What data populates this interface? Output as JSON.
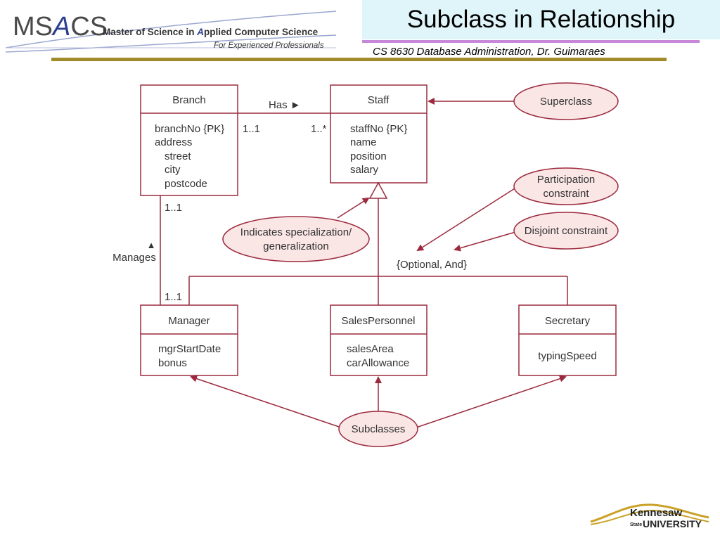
{
  "header": {
    "logo": {
      "abbrev_ms": "MS",
      "abbrev_a": "A",
      "abbrev_cs": "CS",
      "program_prefix": "Master of Science in ",
      "program_a": "A",
      "program_rest": "pplied Computer Science",
      "tagline": "For Experienced Professionals"
    },
    "title": "Subclass in Relationship",
    "course": "CS 8630 Database Administration, Dr. Guimaraes"
  },
  "diagram": {
    "classes": {
      "branch": {
        "name": "Branch",
        "attributes": [
          "branchNo {PK}",
          "address",
          "street",
          "city",
          "postcode"
        ]
      },
      "staff": {
        "name": "Staff",
        "attributes": [
          "staffNo {PK}",
          "name",
          "position",
          "salary"
        ]
      },
      "manager": {
        "name": "Manager",
        "attributes": [
          "mgrStartDate",
          "bonus"
        ]
      },
      "salespersonnel": {
        "name": "SalesPersonnel",
        "attributes": [
          "salesArea",
          "carAllowance"
        ]
      },
      "secretary": {
        "name": "Secretary",
        "attributes": [
          "typingSpeed"
        ]
      }
    },
    "relationships": {
      "has": {
        "label": "Has ►",
        "branch_multiplicity": "1..1",
        "staff_multiplicity": "1..*"
      },
      "manages": {
        "label": "Manages",
        "arrow": "▲",
        "branch_multiplicity": "1..1",
        "manager_multiplicity": "1..1"
      }
    },
    "constraint_label": "{Optional, And}",
    "callouts": {
      "superclass": "Superclass",
      "participation": [
        "Participation",
        "constraint"
      ],
      "disjoint": "Disjoint constraint",
      "specialization": [
        "Indicates specialization/",
        "generalization"
      ],
      "subclasses": "Subclasses"
    }
  },
  "footer": {
    "university_logo": {
      "line1": "Kennesaw",
      "line2_small": "State",
      "line2": "UNIVERSITY"
    }
  },
  "colors": {
    "callout_fill": "#fbe6e6",
    "callout_stroke": "#9c2a3e",
    "box_stroke": "#9c2a3e",
    "text": "#333333",
    "title_bg": "#dff5f9",
    "title_rule": "#c888d8",
    "gold_rule": "#a08a2a",
    "logo_blue": "#2b3f8f",
    "logo_text": "#4a4a4a"
  }
}
